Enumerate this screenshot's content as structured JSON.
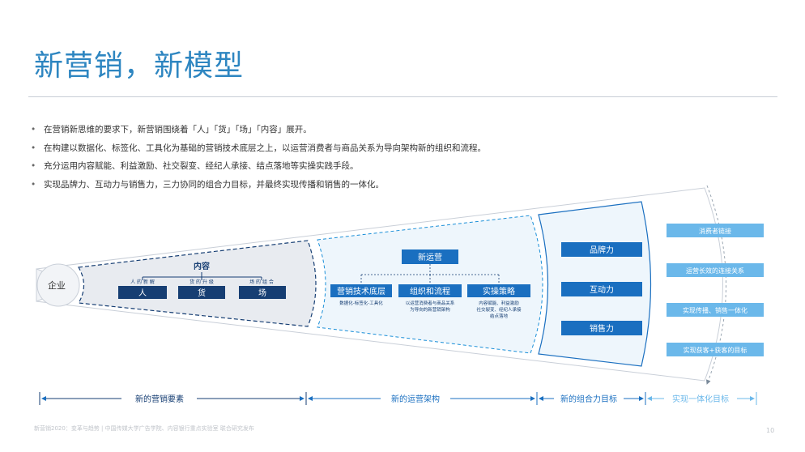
{
  "title": "新营销，新模型",
  "bullets": [
    "在营销新思维的要求下，新营销围绕着「人」「货」「场」「内容」展开。",
    "在构建以数据化、标签化、工具化为基础的营销技术底层之上，以运营消费者与商品关系为导向架构新的组织和流程。",
    "充分运用内容赋能、利益激励、社交裂变、经纪人承接、结点落地等实操实践手段。",
    "实现品牌力、互动力与销售力，三力协同的组合力目标，并最终实现传播和销售的一体化。"
  ],
  "bullet_marker": "•",
  "diagram": {
    "enterprise": "企业",
    "content": "内容",
    "sub_labels": [
      "人 的 新 解",
      "货 的 升 级",
      "场 的 组 合"
    ],
    "elements": [
      "人",
      "货",
      "场"
    ],
    "new_ops": "新运营",
    "ops_boxes": [
      {
        "label": "营销技术底层",
        "desc": [
          "数据化-标签化-工具化"
        ]
      },
      {
        "label": "组织和流程",
        "desc": [
          "以运营消费者与商品关系",
          "为导向的新营销架构"
        ]
      },
      {
        "label": "实操策略",
        "desc": [
          "内容赋能、利益激励",
          "社交裂变、经纪人承接",
          "结点落地"
        ]
      }
    ],
    "forces": [
      "品牌力",
      "互动力",
      "销售力"
    ],
    "goals": [
      "消费者链接",
      "运营长效的连接关系",
      "实现传播、销售一体化",
      "实现获客+获客的目标"
    ]
  },
  "axis_labels": [
    "新的营销要素",
    "新的运营架构",
    "新的组合力目标",
    "实现一体化目标"
  ],
  "footer": "新营销2020：变革与趋势 | 中国传媒大学广告学院、内容银行重点实验室 联合研究发布",
  "page_number": "10",
  "colors": {
    "title": "#2e86c1",
    "navy": "#163e73",
    "blue": "#1a6fc0",
    "light_blue": "#6bb8ea",
    "light_fill": "#eef6fc",
    "gray_fill": "#e8ebf0"
  }
}
